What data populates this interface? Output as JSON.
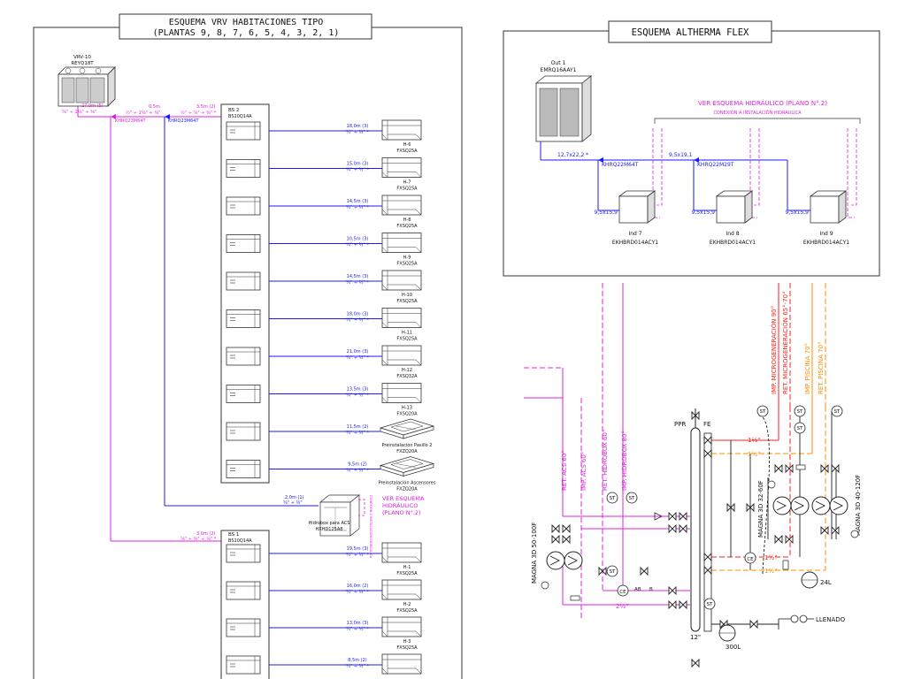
{
  "colors": {
    "magenta": "#e020e0",
    "blue": "#1a1aff",
    "red": "#ff2020",
    "orange": "#ff8c00",
    "dark": "#222222"
  },
  "vrv": {
    "title1": "ESQUEMA VRV HABITACIONES TIPO",
    "title2": "(PLANTAS 9, 8, 7, 6, 5, 4, 3, 2, 1)",
    "outdoor_name": "VRV-10",
    "outdoor_model": "REYQ18T",
    "seg1_len": "27,0m (5)",
    "seg1_pipe": "⅝\" ÷ 1⅛\" ÷ ⅜\"",
    "seg2_len": "0,5m",
    "seg2_pipe": "½\" ÷ 1⅛\" ÷ ⅜\"",
    "seg3_len": "3,5m (2)",
    "seg3_pipe": "½\" ÷ ⅞\" ÷ ⅜\" *",
    "joint1": "KHRQ23M64T",
    "joint2": "KHRQ23M64T",
    "bs2_name": "BS 2",
    "bs2_model": "BS10Q14A",
    "bs1_name": "BS 1",
    "bs1_model": "BS10Q14A",
    "bs1_feed_len": "3,0m (2)",
    "bs1_feed_pipe": "⅝\" ÷ ⅜\" ÷ ⅛\" *",
    "pipe_pair": "¼\" ÷ ½\" *",
    "units_bs2": [
      {
        "len": "18,0m (3)",
        "name": "H-6",
        "model": "FXSQ25A"
      },
      {
        "len": "15,0m (3)",
        "name": "H-7",
        "model": "FXSQ25A"
      },
      {
        "len": "14,5m (3)",
        "name": "H-8",
        "model": "FXSQ25A"
      },
      {
        "len": "10,5m (3)",
        "name": "H-9",
        "model": "FXSQ25A"
      },
      {
        "len": "14,5m (3)",
        "name": "H-10",
        "model": "FXSQ25A"
      },
      {
        "len": "18,0m (3)",
        "name": "H-11",
        "model": "FXSQ25A"
      },
      {
        "len": "21,0m (3)",
        "name": "H-12",
        "model": "FXSQ32A"
      },
      {
        "len": "13,5m (3)",
        "name": "H-13",
        "model": "FXSQ20A"
      },
      {
        "len": "11,5m (2)",
        "name": "Preinstalación Pasillo 2",
        "model": "FXZQ20A"
      },
      {
        "len": "9,5m (2)",
        "name": "Preinstalación Ascensores",
        "model": "FXZQ20A"
      }
    ],
    "units_bs1": [
      {
        "len": "19,5m (3)",
        "name": "H-1",
        "model": "FXSQ25A"
      },
      {
        "len": "16,0m (2)",
        "name": "H-2",
        "model": "FXSQ25A"
      },
      {
        "len": "13,0m (3)",
        "name": "H-3",
        "model": "FXSQ25A"
      },
      {
        "len": "8,5m (2)",
        "name": "",
        "model": ""
      }
    ],
    "hidrobox_len": "2,0m (1)",
    "hidrobox_pipe": "⅝\" ÷ ⅜\"",
    "hidrobox_name": "Hidrobox para ACS",
    "hidrobox_model": "HXHD125A8",
    "hidrobox_conn": "CONEXIÓN A INSTALACIÓN HIDRÁULICA",
    "ver1": "VER ESQUEMA",
    "ver2": "HIDRÁULICO",
    "ver3": "(PLANO N°.2)"
  },
  "altherma": {
    "title": "ESQUEMA ALTHERMA FLEX",
    "out_name": "Out 1",
    "out_model": "EMRQ16AAY1",
    "ver": "VER ESQUEMA HIDRÁULICO (PLANO N°.2)",
    "conexion": "CONEXIÓN A INSTALACIÓN HIDRÁULICA",
    "seg1": "12,7x22,2 *",
    "seg2": "9,5x19,1",
    "joint1": "KHRQ22M64T",
    "joint2": "KHRQ22M29T",
    "inds": [
      {
        "pipe": "9,5x15,9",
        "name": "Ind 7",
        "model": "EKHBRD014ACY1"
      },
      {
        "pipe": "9,5x15,9",
        "name": "Ind 8",
        "model": "EKHBRD014ACY1"
      },
      {
        "pipe": "9,5x15,9",
        "name": "Ind 9",
        "model": "EKHBRD014ACY1"
      }
    ]
  },
  "hydraulic": {
    "v_labels": [
      "RET. ACS 60°",
      "IMP. ACS 60°",
      "RET. HIDROBOX 60°",
      "IMP. HIDROBOX 80°"
    ],
    "v_labels_right": [
      "IMP. MICROGENERACIÓN 90°",
      "RET. MICROGENERACIÓN 65°-70°",
      "IMP. PISCINA 70°",
      "RET. PISCINA 70°"
    ],
    "ppr": "PPR",
    "fe": "FE",
    "st": "ST",
    "ce": "CE",
    "ab": "AB",
    "b": "B",
    "pump_left": "MAGNA 3D 50-100F",
    "pump_mid": "MAGNA 3D 32-60F",
    "pump_right": "MAGNA 3D 40-120F",
    "size_1_5a": "1½\"",
    "size_1_5b": "1½\"",
    "size_1_5c": "1½\"",
    "size_1_5d": "1½\"",
    "size_2_5": "2½\"",
    "size_12": "12\"",
    "tank_24": "24L",
    "tank_300": "300L",
    "llenado": "LLENADO"
  }
}
